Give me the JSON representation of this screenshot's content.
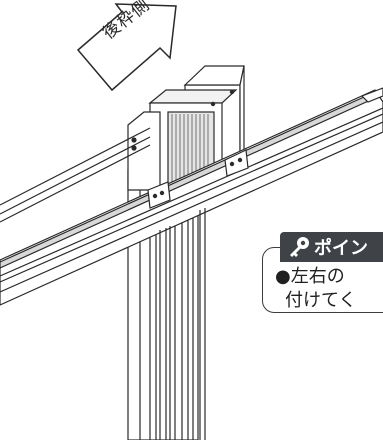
{
  "arrow": {
    "label": "後枠側",
    "icon": "arrow-up-right-icon"
  },
  "point_badge": {
    "label": "ポイン",
    "icon": "key-icon"
  },
  "note": {
    "line1": "●左右の",
    "line2": "付けてく"
  },
  "colors": {
    "badge_bg": "#3f4347",
    "stroke": "#2a2a2a",
    "fill": "#ffffff",
    "shade": "#d8d8d8"
  }
}
